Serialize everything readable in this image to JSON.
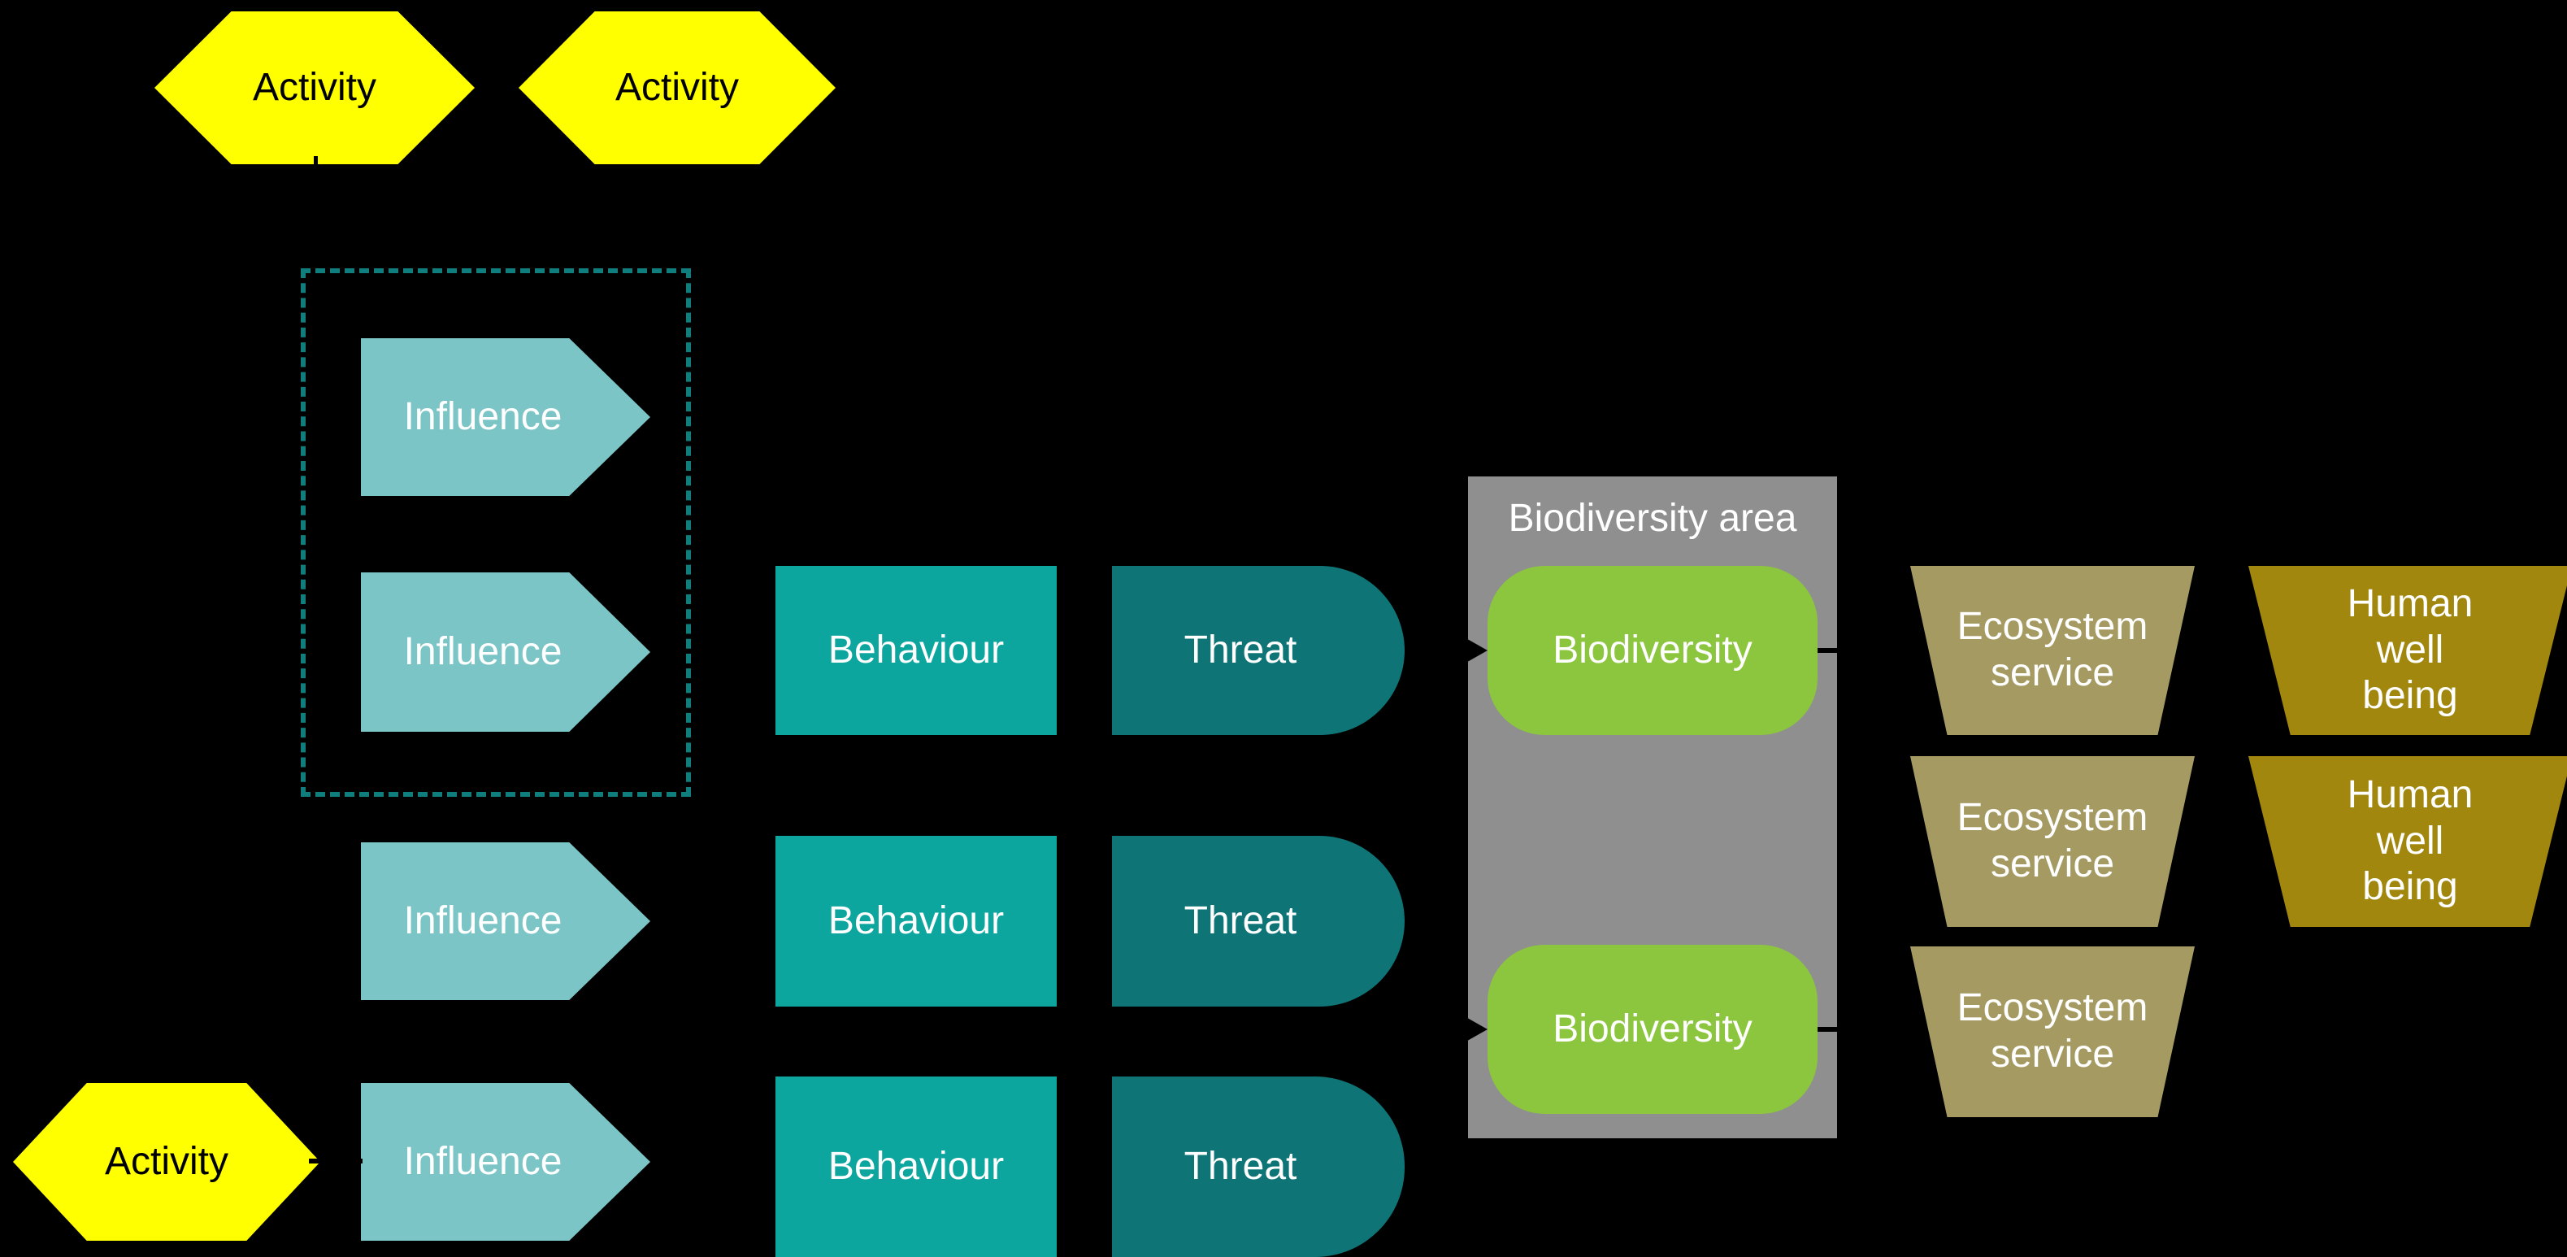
{
  "diagram": {
    "labels": {
      "activity": "Activity",
      "influence": "Influence",
      "behaviour": "Behaviour",
      "threat": "Threat",
      "biodiversity_area": "Biodiversity area",
      "biodiversity": "Biodiversity",
      "ecosystem_service": "Ecosystem\nservice",
      "human_well_being": "Human\nwell\nbeing"
    },
    "colors": {
      "background": "#000000",
      "activity": "#FFFF00",
      "influence": "#7CC5C6",
      "behaviour": "#0DA69F",
      "threat": "#0E7476",
      "dashed_box": "#117E7E",
      "biodiversity_area": "#8F8F8F",
      "biodiversity": "#8CC63F",
      "ecosystem_service": "#A59B62",
      "human_well_being": "#A1870E",
      "connector": "#000000",
      "text_light": "#FFFFFF",
      "text_dark": "#000000"
    }
  }
}
